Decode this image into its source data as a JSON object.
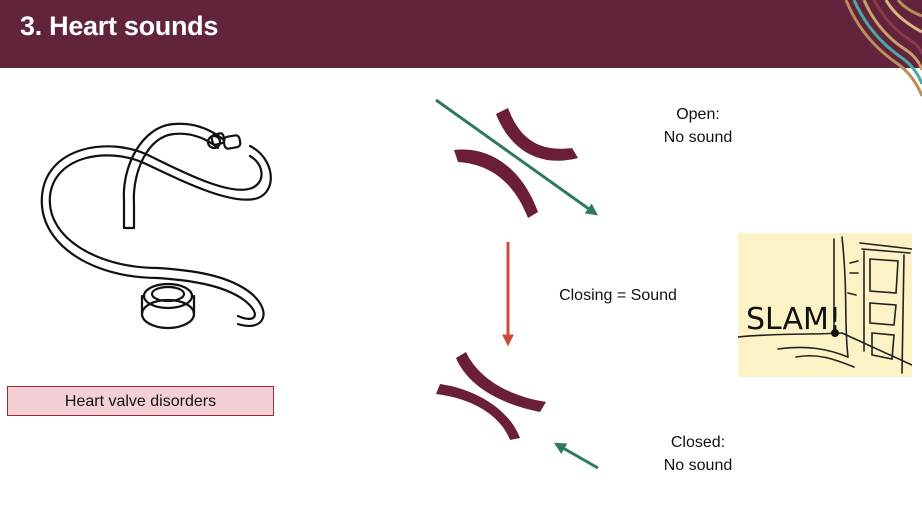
{
  "header": {
    "title": "3. Heart sounds",
    "background": "#62233d"
  },
  "labels": {
    "open_line1": "Open:",
    "open_line2": "No sound",
    "closing": "Closing = Sound",
    "closed_line1": "Closed:",
    "closed_line2": "No sound"
  },
  "disorder_button": {
    "label": "Heart valve disorders"
  },
  "slam_image": {
    "text": "SLAM!"
  },
  "colors": {
    "valve": "#6b1e38",
    "arrow_green": "#2e7a5a",
    "arrow_red": "#d04a3a",
    "slam_bg": "#fbf3c6"
  }
}
